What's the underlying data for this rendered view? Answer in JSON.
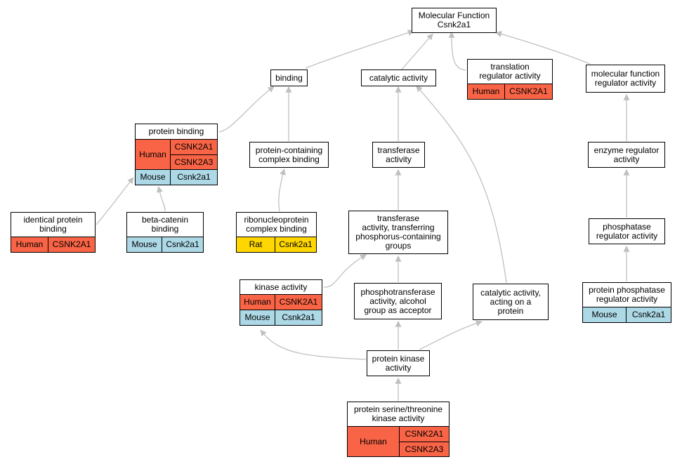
{
  "colors": {
    "human": "#fa6446",
    "mouse": "#add8e6",
    "rat": "#ffd700",
    "edge": "#c0c0c0"
  },
  "nodes": {
    "root": {
      "lines": [
        "Molecular Function",
        "Csnk2a1"
      ]
    },
    "binding": {
      "lines": [
        "binding"
      ]
    },
    "catalytic": {
      "lines": [
        "catalytic activity"
      ]
    },
    "translation": {
      "lines": [
        "translation",
        "regulator activity"
      ],
      "orthologs": [
        {
          "species": "Human",
          "genes": [
            "CSNK2A1"
          ]
        }
      ]
    },
    "mfreg": {
      "lines": [
        "molecular function",
        "regulator activity"
      ]
    },
    "protein_binding": {
      "lines": [
        "protein binding"
      ],
      "orthologs": [
        {
          "species": "Human",
          "genes": [
            "CSNK2A1",
            "CSNK2A3"
          ]
        },
        {
          "species": "Mouse",
          "genes": [
            "Csnk2a1"
          ]
        }
      ]
    },
    "pcb": {
      "lines": [
        "protein-containing",
        "complex binding"
      ]
    },
    "transferase": {
      "lines": [
        "transferase",
        "activity"
      ]
    },
    "enzyme_reg": {
      "lines": [
        "enzyme regulator",
        "activity"
      ]
    },
    "identical": {
      "lines": [
        "identical protein",
        "binding"
      ],
      "orthologs": [
        {
          "species": "Human",
          "genes": [
            "CSNK2A1"
          ]
        }
      ]
    },
    "betacat": {
      "lines": [
        "beta-catenin",
        "binding"
      ],
      "orthologs": [
        {
          "species": "Mouse",
          "genes": [
            "Csnk2a1"
          ]
        }
      ]
    },
    "rnp": {
      "lines": [
        "ribonucleoprotein",
        "complex binding"
      ],
      "orthologs": [
        {
          "species": "Rat",
          "genes": [
            "Csnk2a1"
          ]
        }
      ]
    },
    "tphos": {
      "lines": [
        "transferase",
        "activity, transferring",
        "phosphorus-containing",
        "groups"
      ]
    },
    "phosreg": {
      "lines": [
        "phosphatase",
        "regulator activity"
      ]
    },
    "kinase": {
      "lines": [
        "kinase activity"
      ],
      "orthologs": [
        {
          "species": "Human",
          "genes": [
            "CSNK2A1"
          ]
        },
        {
          "species": "Mouse",
          "genes": [
            "Csnk2a1"
          ]
        }
      ]
    },
    "photrans": {
      "lines": [
        "phosphotransferase",
        "activity, alcohol",
        "group as acceptor"
      ]
    },
    "catprot": {
      "lines": [
        "catalytic activity,",
        "acting on a",
        "protein"
      ]
    },
    "ppreg": {
      "lines": [
        "protein phosphatase",
        "regulator activity"
      ],
      "orthologs": [
        {
          "species": "Mouse",
          "genes": [
            "Csnk2a1"
          ]
        }
      ]
    },
    "pkinase": {
      "lines": [
        "protein kinase",
        "activity"
      ]
    },
    "pstk": {
      "lines": [
        "protein serine/threonine",
        "kinase activity"
      ],
      "orthologs": [
        {
          "species": "Human",
          "genes": [
            "CSNK2A1",
            "CSNK2A3"
          ]
        }
      ]
    }
  }
}
